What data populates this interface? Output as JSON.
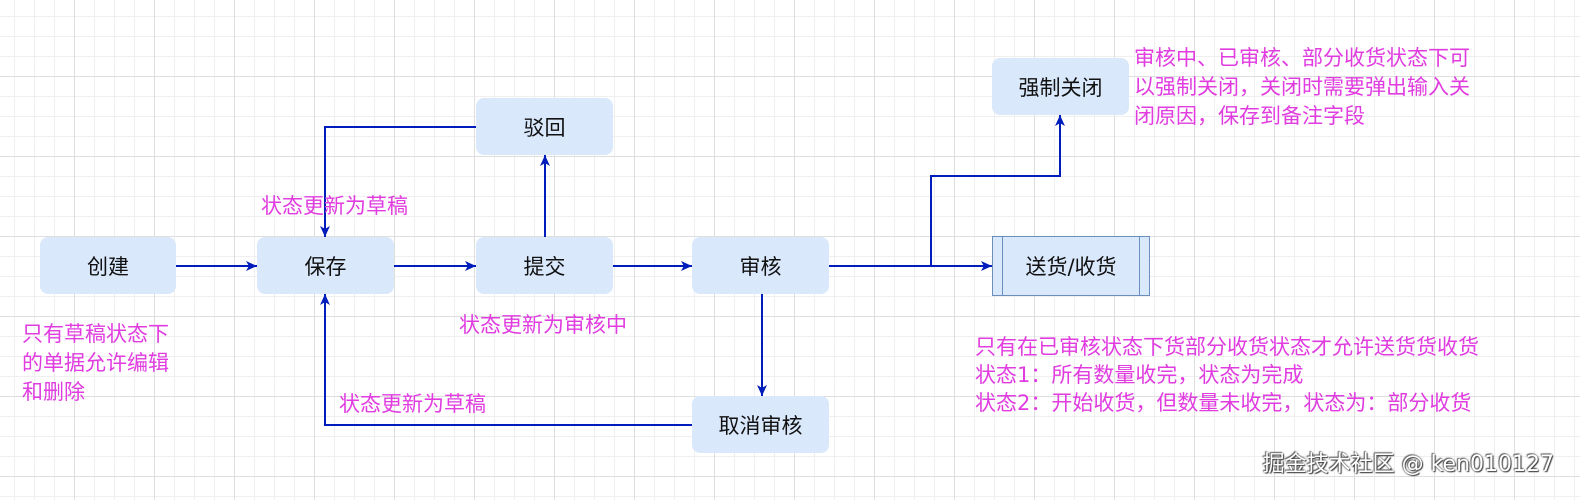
{
  "nodes": {
    "create": "创建",
    "save": "保存",
    "submit": "提交",
    "review": "审核",
    "reject": "驳回",
    "cancel_review": "取消审核",
    "force_close": "强制关闭",
    "delivery": "送货/收货"
  },
  "edge_labels": {
    "reject_to_save": "状态更新为草稿",
    "submit_to_review": "状态更新为审核中",
    "cancel_to_save": "状态更新为草稿"
  },
  "notes": {
    "create": [
      "只有草稿状态下",
      "的单据允许编辑",
      "和删除"
    ],
    "force_close": [
      "审核中、已审核、部分收货状态下可",
      "以强制关闭，关闭时需要弹出输入关",
      "闭原因，保存到备注字段"
    ],
    "delivery": [
      "只有在已审核状态下货部分收货状态才允许送货货收货",
      "状态1：所有数量收完，状态为完成",
      "状态2：开始收货，但数量未收完，状态为：部分收货"
    ]
  },
  "watermark": "掘金技术社区 @ ken010127",
  "colors": {
    "node_fill": "#dae8fc",
    "node_border": "#6c8ebf",
    "arrow": "#001dbc",
    "annotation": "#e03ce0",
    "text": "#111111"
  }
}
